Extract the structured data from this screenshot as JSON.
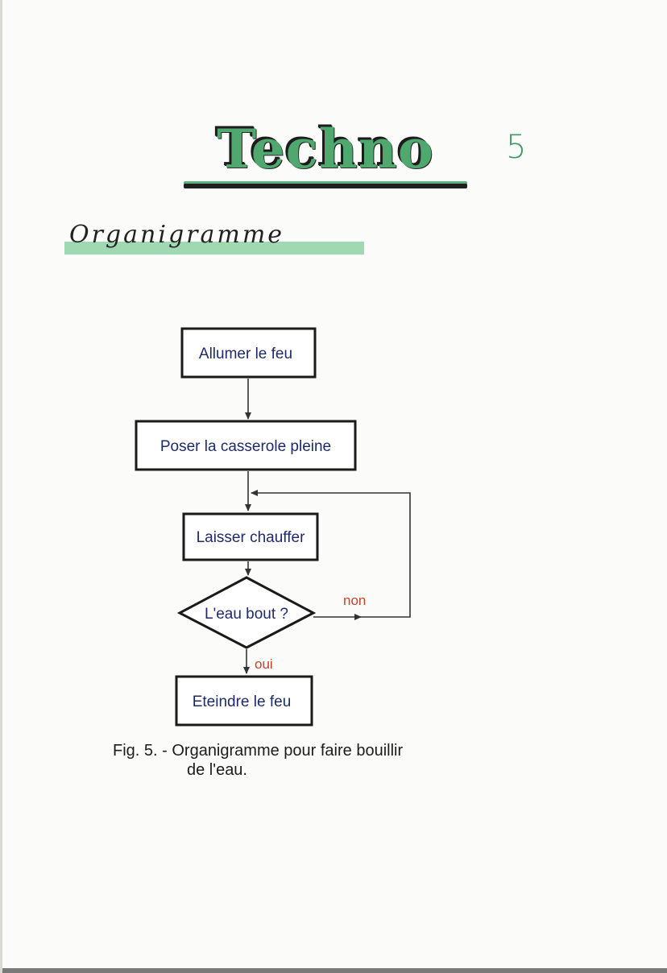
{
  "header": {
    "title": "Techno",
    "page_number": "5"
  },
  "section": {
    "heading": "Organigramme"
  },
  "flowchart": {
    "steps": {
      "allumer": "Allumer le feu",
      "poser": "Poser la casserole pleine",
      "chauffer": "Laisser chauffer",
      "decision": "L'eau bout ?",
      "eteindre": "Eteindre le feu"
    },
    "branches": {
      "no": "non",
      "yes": "oui"
    }
  },
  "caption": {
    "line1": "Fig. 5. - Organigramme pour faire bouillir",
    "line2": "de l'eau."
  },
  "colors": {
    "accent_green": "#4fa86e",
    "branch_label": "#c8412b",
    "box_text": "#1f2a6b"
  }
}
